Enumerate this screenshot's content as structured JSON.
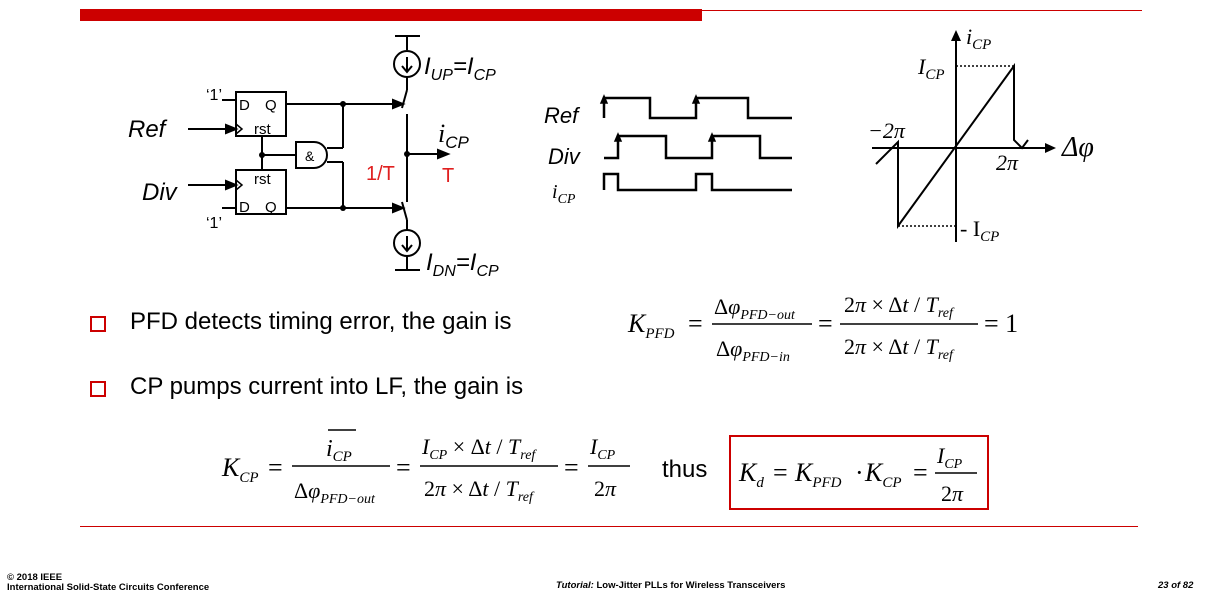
{
  "slide": {
    "page_number": "23 of 82",
    "footer_left_line1": "© 2018 IEEE",
    "footer_left_line2": "International Solid-State Circuits Conference",
    "footer_center_prefix": "Tutorial:",
    "footer_center_title": "Low-Jitter PLLs for Wireless Transceivers"
  },
  "schematic": {
    "ref_label": "Ref",
    "div_label": "Div",
    "one_top": "‘1’",
    "one_bottom": "‘1’",
    "d_label_top": "D",
    "q_label_top": "Q",
    "rst_top": "rst",
    "rst_bottom": "rst",
    "d_label_bottom": "D",
    "q_label_bottom": "Q",
    "and_gate": "&",
    "iup_label": "I",
    "iup_sub": "UP",
    "iup_eq": "=I",
    "iup_eq_sub": "CP",
    "idn_label": "I",
    "idn_sub": "DN",
    "idn_eq": "=I",
    "idn_eq_sub": "CP",
    "icp_label": "i",
    "icp_sub": "CP",
    "one_over_t": "1/T",
    "t_label": "T",
    "accent_color": "#e02020"
  },
  "timing": {
    "ref_label": "Ref",
    "div_label": "Div",
    "icp_label": "i",
    "icp_sub": "CP"
  },
  "transfer": {
    "y_label": "i",
    "y_sub": "CP",
    "icp_pos": "I",
    "icp_pos_sub": "CP",
    "icp_neg": "- I",
    "icp_neg_sub": "CP",
    "x_neg": "−2π",
    "x_pos": "2π",
    "x_label": "Δφ"
  },
  "bullets": [
    {
      "text": "PFD detects timing error, the gain is"
    },
    {
      "text": "CP pumps current into LF, the gain is"
    }
  ],
  "equations": {
    "thus": "thus",
    "box_color": "#cc0000"
  }
}
